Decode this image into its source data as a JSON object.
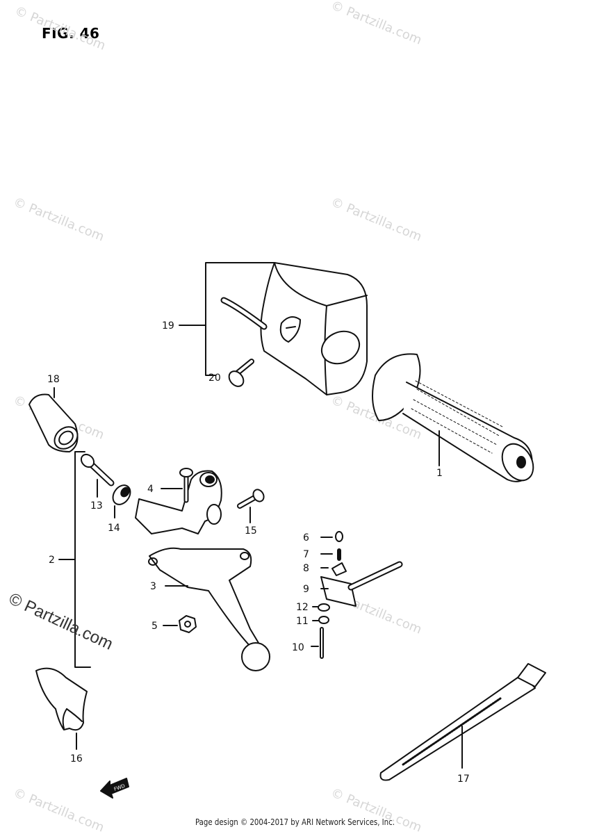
{
  "figure": {
    "title": "FIG. 46",
    "fwd_label": "FWD"
  },
  "watermark": {
    "text": "© Partzilla.com",
    "big_text": "© Partzilla.com"
  },
  "footer": {
    "text": "Page design © 2004-2017 by ARI Network Services, Inc."
  },
  "callouts": {
    "c1": "1",
    "c2": "2",
    "c3": "3",
    "c4": "4",
    "c5": "5",
    "c6": "6",
    "c7": "7",
    "c8": "8",
    "c9": "9",
    "c10": "10",
    "c11": "11",
    "c12": "12",
    "c13": "13",
    "c14": "14",
    "c15": "15",
    "c16": "16",
    "c17": "17",
    "c18": "18",
    "c19": "19",
    "c20": "20"
  }
}
